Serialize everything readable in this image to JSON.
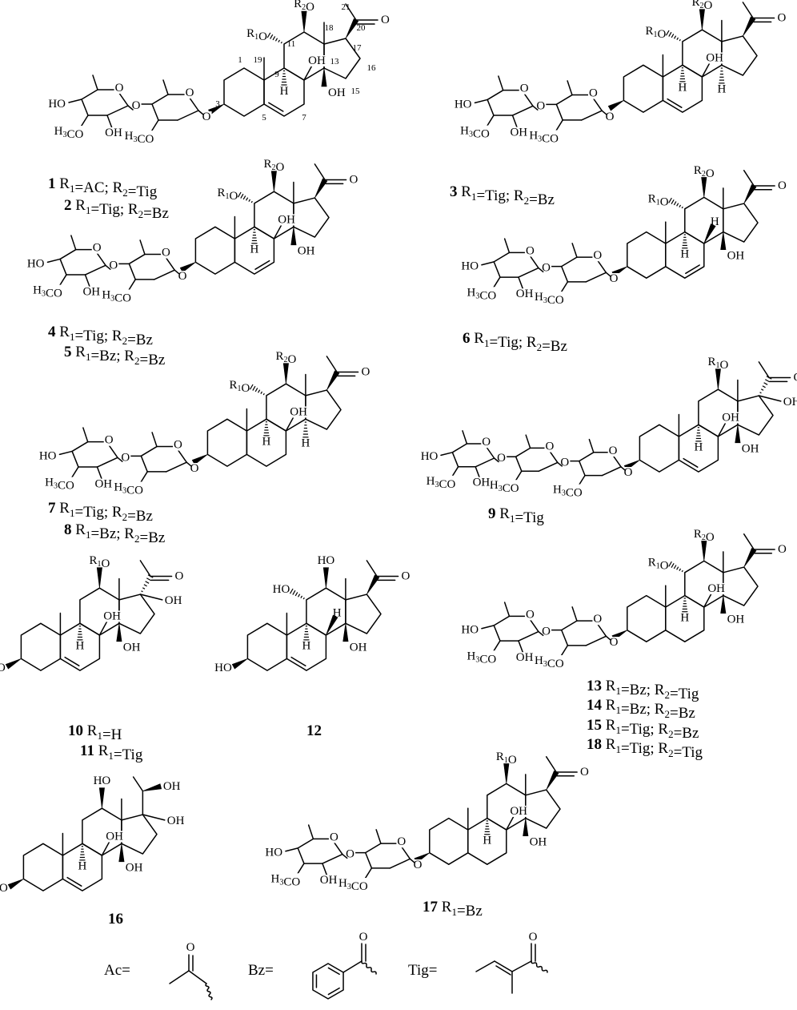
{
  "numbering": [
    "1",
    "3",
    "5",
    "7",
    "9",
    "11",
    "13",
    "15",
    "16",
    "17",
    "18",
    "19",
    "20",
    "21"
  ],
  "compounds": [
    {
      "id": "c1",
      "lines": [
        {
          "num": "1",
          "text": " R1=AC; R2=Tig"
        },
        {
          "num": "2",
          "text": " R1=Tig; R2=Bz"
        }
      ]
    },
    {
      "id": "c3",
      "lines": [
        {
          "num": "3",
          "text": " R1=Tig; R2=Bz"
        }
      ]
    },
    {
      "id": "c4",
      "lines": [
        {
          "num": "4",
          "text": " R1=Tig; R2=Bz"
        },
        {
          "num": "5",
          "text": " R1=Bz; R2=Bz"
        }
      ]
    },
    {
      "id": "c6",
      "lines": [
        {
          "num": "6",
          "text": " R1=Tig; R2=Bz"
        }
      ]
    },
    {
      "id": "c7",
      "lines": [
        {
          "num": "7",
          "text": " R1=Tig; R2=Bz"
        },
        {
          "num": "8",
          "text": " R1=Bz; R2=Bz"
        }
      ]
    },
    {
      "id": "c9",
      "lines": [
        {
          "num": "9",
          "text": " R1=Tig"
        }
      ]
    },
    {
      "id": "c10",
      "lines": [
        {
          "num": "10",
          "text": " R1=H"
        },
        {
          "num": "11",
          "text": " R1=Tig"
        }
      ]
    },
    {
      "id": "c12",
      "lines": [
        {
          "num": "12",
          "text": ""
        }
      ]
    },
    {
      "id": "c13",
      "lines": [
        {
          "num": "13",
          "text": " R1=Bz; R2=Tig"
        },
        {
          "num": "14",
          "text": " R1=Bz; R2=Bz"
        },
        {
          "num": "15",
          "text": " R1=Tig; R2=Bz"
        },
        {
          "num": "18",
          "text": " R1=Tig; R2=Tig"
        }
      ]
    },
    {
      "id": "c16",
      "lines": [
        {
          "num": "16",
          "text": ""
        }
      ]
    },
    {
      "id": "c17",
      "lines": [
        {
          "num": "17",
          "text": " R1=Bz"
        }
      ]
    }
  ],
  "legend": [
    {
      "label": "Ac="
    },
    {
      "label": "Bz="
    },
    {
      "label": "Tig="
    }
  ]
}
